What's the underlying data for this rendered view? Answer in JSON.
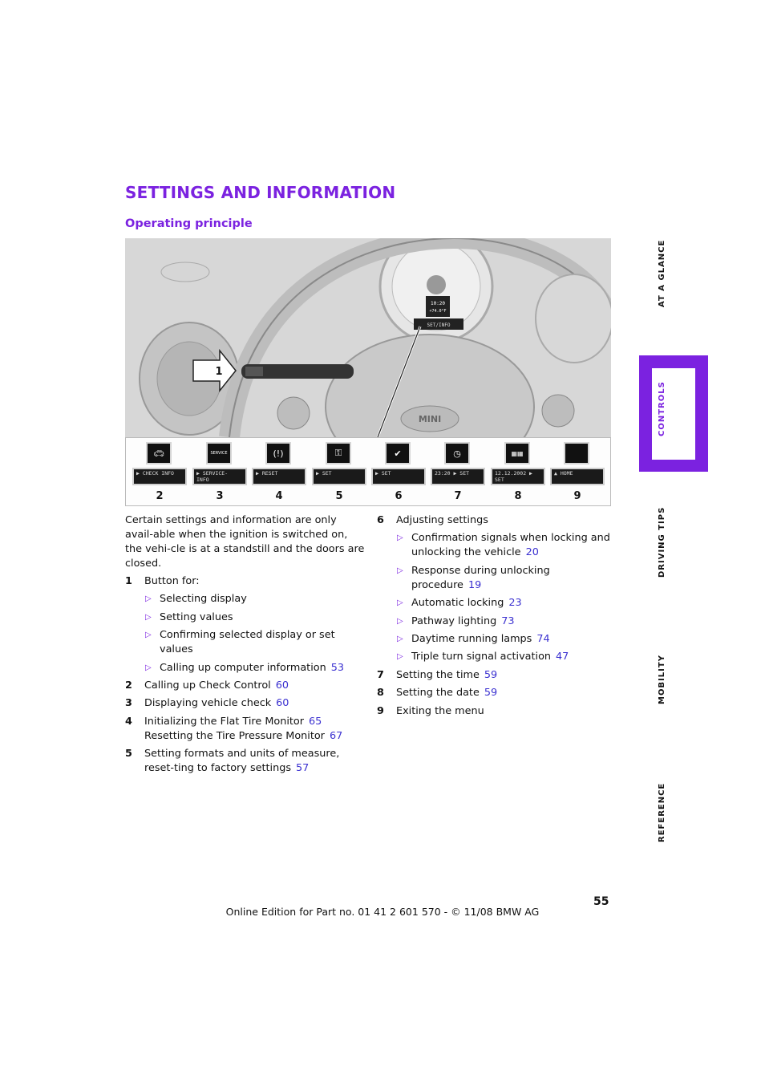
{
  "header": {
    "title": "SETTINGS AND INFORMATION",
    "subtitle": "Operating principle"
  },
  "figure": {
    "callout": "1",
    "clock_time": "10:20",
    "clock_temp": "+74.0°F",
    "cluster_text": "SET/INFO",
    "panels": [
      {
        "num": "2",
        "icon": "car-icon",
        "lcd": "▶ CHECK INFO"
      },
      {
        "num": "3",
        "icon": "service-car-icon",
        "icon_text": "SERVICE",
        "lcd": "▶ SERVICE- INFO"
      },
      {
        "num": "4",
        "icon": "tire-warning-icon",
        "lcd": "▶ RESET"
      },
      {
        "num": "5",
        "icon": "key-settings-icon",
        "lcd": "▶ SET"
      },
      {
        "num": "6",
        "icon": "key-check-icon",
        "lcd": "▶ SET"
      },
      {
        "num": "7",
        "icon": "clock-icon",
        "lcd": "23:20 ▶ SET"
      },
      {
        "num": "8",
        "icon": "calendar-icon",
        "lcd": "12.12.2002 ▶ SET"
      },
      {
        "num": "9",
        "icon": "home-icon",
        "lcd": "▲ HOME"
      }
    ]
  },
  "left_column": {
    "intro": "Certain settings and information are only avail-able when the ignition is switched on, the vehi-cle is at a standstill and the doors are closed.",
    "items": [
      {
        "num": "1",
        "text": "Button for:",
        "subs": [
          {
            "text": "Selecting display",
            "ref": ""
          },
          {
            "text": "Setting values",
            "ref": ""
          },
          {
            "text": "Confirming selected display or set values",
            "ref": ""
          },
          {
            "text": "Calling up computer information",
            "ref": "53"
          }
        ]
      },
      {
        "num": "2",
        "text": "Calling up Check Control",
        "ref": "60"
      },
      {
        "num": "3",
        "text": "Displaying vehicle check",
        "ref": "60"
      },
      {
        "num": "4",
        "text": "Initializing the Flat Tire Monitor",
        "ref": "65",
        "text2": "Resetting the Tire Pressure Monitor",
        "ref2": "67"
      },
      {
        "num": "5",
        "text": "Setting formats and units of measure, reset-ting to factory settings",
        "ref": "57"
      }
    ]
  },
  "right_column": {
    "items": [
      {
        "num": "6",
        "text": "Adjusting settings",
        "subs": [
          {
            "text": "Confirmation signals when locking and unlocking the vehicle",
            "ref": "20"
          },
          {
            "text": "Response during unlocking procedure",
            "ref": "19"
          },
          {
            "text": "Automatic locking",
            "ref": "23"
          },
          {
            "text": "Pathway lighting",
            "ref": "73"
          },
          {
            "text": "Daytime running lamps",
            "ref": "74"
          },
          {
            "text": "Triple turn signal activation",
            "ref": "47"
          }
        ]
      },
      {
        "num": "7",
        "text": "Setting the time",
        "ref": "59"
      },
      {
        "num": "8",
        "text": "Setting the date",
        "ref": "59"
      },
      {
        "num": "9",
        "text": "Exiting the menu",
        "ref": ""
      }
    ]
  },
  "sidebar": {
    "tabs": [
      "AT A GLANCE",
      "CONTROLS",
      "DRIVING TIPS",
      "MOBILITY",
      "REFERENCE"
    ],
    "active": "CONTROLS",
    "accent": "#7b22e0"
  },
  "footer": {
    "page_number": "55",
    "text": "Online Edition for Part no. 01 41 2 601 570 - © 11/08 BMW AG"
  }
}
